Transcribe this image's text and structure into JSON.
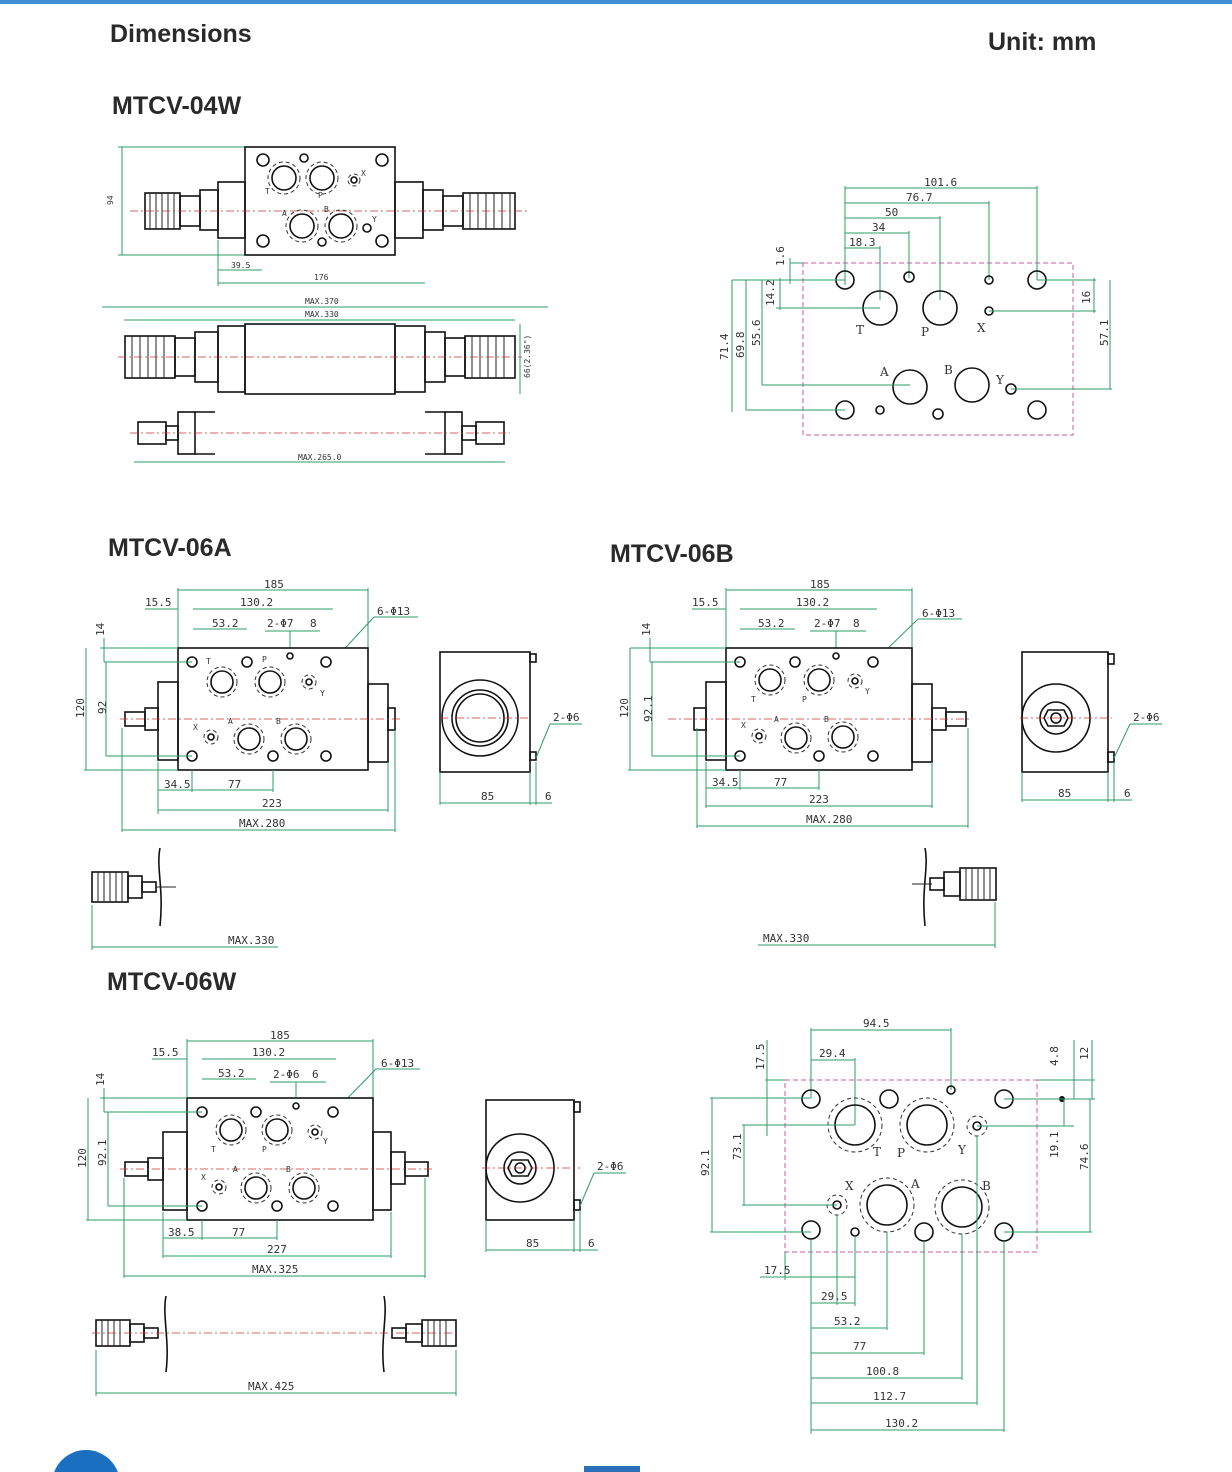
{
  "header": {
    "title": "Dimensions",
    "unit": "Unit: mm"
  },
  "sections": {
    "mtcv_04w": {
      "title": "MTCV-04W",
      "top_view": {
        "dims": [
          "94",
          "39.5",
          "176"
        ],
        "ports": [
          "T",
          "P",
          "X",
          "A",
          "B",
          "Y"
        ]
      },
      "side_view": {
        "dims": [
          "MAX.370",
          "MAX.330",
          "66(2.36\")"
        ]
      },
      "adjust_view": {
        "dims": [
          "MAX.265.0"
        ]
      },
      "port_layout": {
        "horizontal": [
          "101.6",
          "76.7",
          "50",
          "34",
          "18.3"
        ],
        "vertical": [
          "1.6",
          "14.2",
          "55.6",
          "69.8",
          "71.4",
          "16",
          "57.1"
        ],
        "ports": [
          "T",
          "P",
          "X",
          "A",
          "B",
          "Y"
        ]
      }
    },
    "mtcv_06a": {
      "title": "MTCV-06A",
      "top_view": {
        "dims": [
          "185",
          "15.5",
          "130.2",
          "53.2",
          "2-Φ7",
          "8",
          "6-Φ13",
          "14",
          "120",
          "92",
          "34.5",
          "77",
          "223",
          "MAX.280"
        ],
        "ports": [
          "T",
          "P",
          "Y",
          "X",
          "A",
          "B"
        ]
      },
      "end_view": {
        "dims": [
          "2-Φ6",
          "85",
          "6"
        ]
      },
      "adjust_view": {
        "dims": [
          "MAX.330"
        ]
      }
    },
    "mtcv_06b": {
      "title": "MTCV-06B",
      "top_view": {
        "dims": [
          "185",
          "15.5",
          "130.2",
          "53.2",
          "2-Φ7",
          "8",
          "6-Φ13",
          "14",
          "120",
          "92.1",
          "34.5",
          "77",
          "223",
          "MAX.280"
        ],
        "ports": [
          "T",
          "P",
          "Y",
          "X",
          "A",
          "B"
        ]
      },
      "end_view": {
        "dims": [
          "2-Φ6",
          "85",
          "6"
        ]
      },
      "adjust_view": {
        "dims": [
          "MAX.330"
        ]
      }
    },
    "mtcv_06w": {
      "title": "MTCV-06W",
      "top_view": {
        "dims": [
          "185",
          "15.5",
          "130.2",
          "53.2",
          "2-Φ6",
          "6",
          "6-Φ13",
          "14",
          "120",
          "92.1",
          "38.5",
          "77",
          "227",
          "MAX.325"
        ],
        "ports": [
          "T",
          "P",
          "Y",
          "X",
          "A",
          "B"
        ]
      },
      "end_view": {
        "dims": [
          "2-Φ6",
          "85",
          "6"
        ]
      },
      "adjust_view": {
        "dims": [
          "MAX.425"
        ]
      },
      "port_layout": {
        "top": [
          "94.5",
          "29.4"
        ],
        "left": [
          "17.5",
          "73.1",
          "92.1"
        ],
        "right": [
          "4.8",
          "12",
          "19.1",
          "74.6"
        ],
        "bottom": [
          "17.5",
          "29.5",
          "53.2",
          "77",
          "100.8",
          "112.7",
          "130.2"
        ],
        "ports": [
          "T",
          "P",
          "Y",
          "X",
          "A",
          "B"
        ]
      }
    }
  }
}
